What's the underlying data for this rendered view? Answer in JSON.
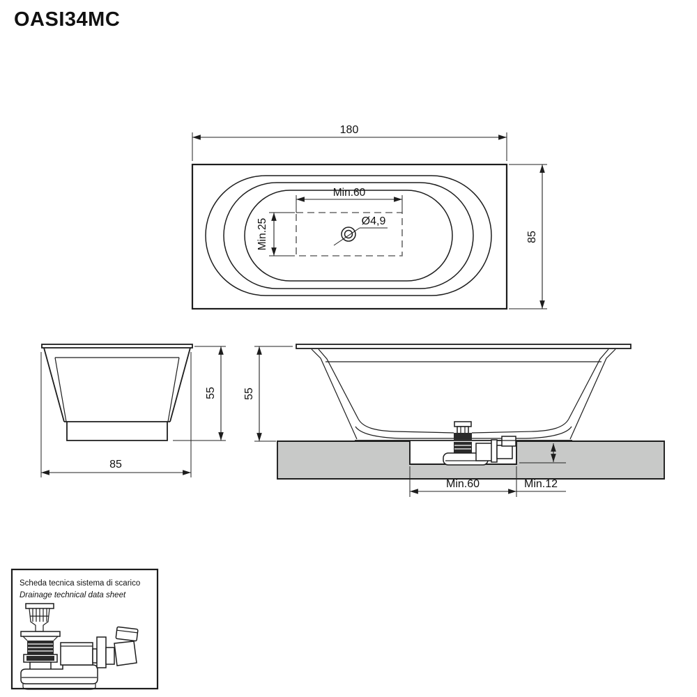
{
  "title": "OASI34MC",
  "colors": {
    "line": "#1d1d1d",
    "floor": "#c8c9c8",
    "dark_fill": "#2b2b2b",
    "background": "#ffffff"
  },
  "views": {
    "top": {
      "dim_length": "180",
      "dim_width": "85",
      "dim_min_length": "Min.60",
      "dim_min_width": "Min.25",
      "dim_drain_diameter": "Ø4,9"
    },
    "end": {
      "dim_height": "55",
      "dim_width": "85"
    },
    "side": {
      "dim_height": "55",
      "dim_recess_width": "Min.60",
      "dim_recess_depth": "Min.12"
    }
  },
  "drainage_box": {
    "line1": "Scheda tecnica sistema di scarico",
    "line2": "Drainage technical data sheet"
  }
}
